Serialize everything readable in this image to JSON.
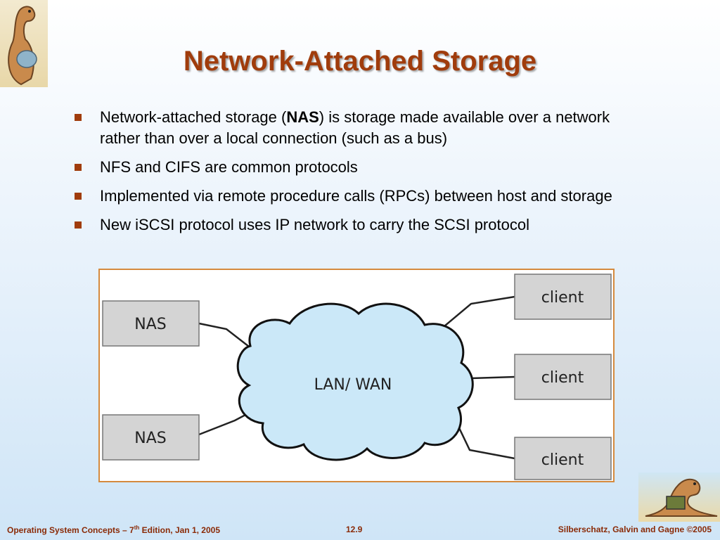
{
  "title": "Network-Attached Storage",
  "bullets": [
    {
      "pre": "Network-attached storage (",
      "bold": "NAS",
      "post": ") is storage made available over a network rather than over a local connection (such as a bus)"
    },
    {
      "text": "NFS and CIFS are common protocols"
    },
    {
      "text": "Implemented via remote procedure calls (RPCs) between host and storage"
    },
    {
      "text": "New iSCSI protocol uses IP network to carry the SCSI protocol"
    }
  ],
  "diagram": {
    "network_label": "LAN/ WAN",
    "nas_labels": [
      "NAS",
      "NAS"
    ],
    "client_labels": [
      "client",
      "client",
      "client"
    ]
  },
  "footer": {
    "left_pre": "Operating System Concepts – 7",
    "left_sup": "th",
    "left_post": " Edition, Jan 1, 2005",
    "center": "12.9",
    "right": "Silberschatz, Galvin and Gagne ©2005"
  },
  "colors": {
    "title": "#a03c0c",
    "bullet": "#a03c0c",
    "cloud_fill": "#cbe8f8",
    "box_fill": "#d4d4d4",
    "frame_border": "#d58a3e"
  }
}
